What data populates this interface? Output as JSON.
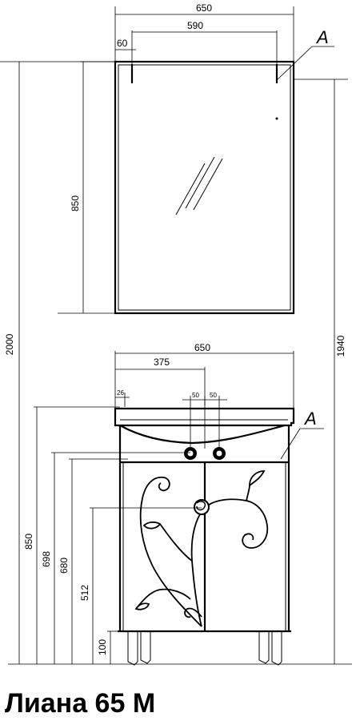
{
  "title": "Лиана 65 М",
  "callout_label": "A",
  "mirror": {
    "width_total": "650",
    "mount_spacing": "590",
    "mount_offset": "60",
    "height": "850"
  },
  "cabinet": {
    "width": "650",
    "drain_offset": "375",
    "left_inset": "26",
    "pipe_left": "50",
    "pipe_right": "50",
    "height_total": "850",
    "height_698": "698",
    "height_680": "680",
    "height_512": "512",
    "leg_height": "100"
  },
  "overall": {
    "left_height": "2000",
    "right_height": "1940"
  }
}
